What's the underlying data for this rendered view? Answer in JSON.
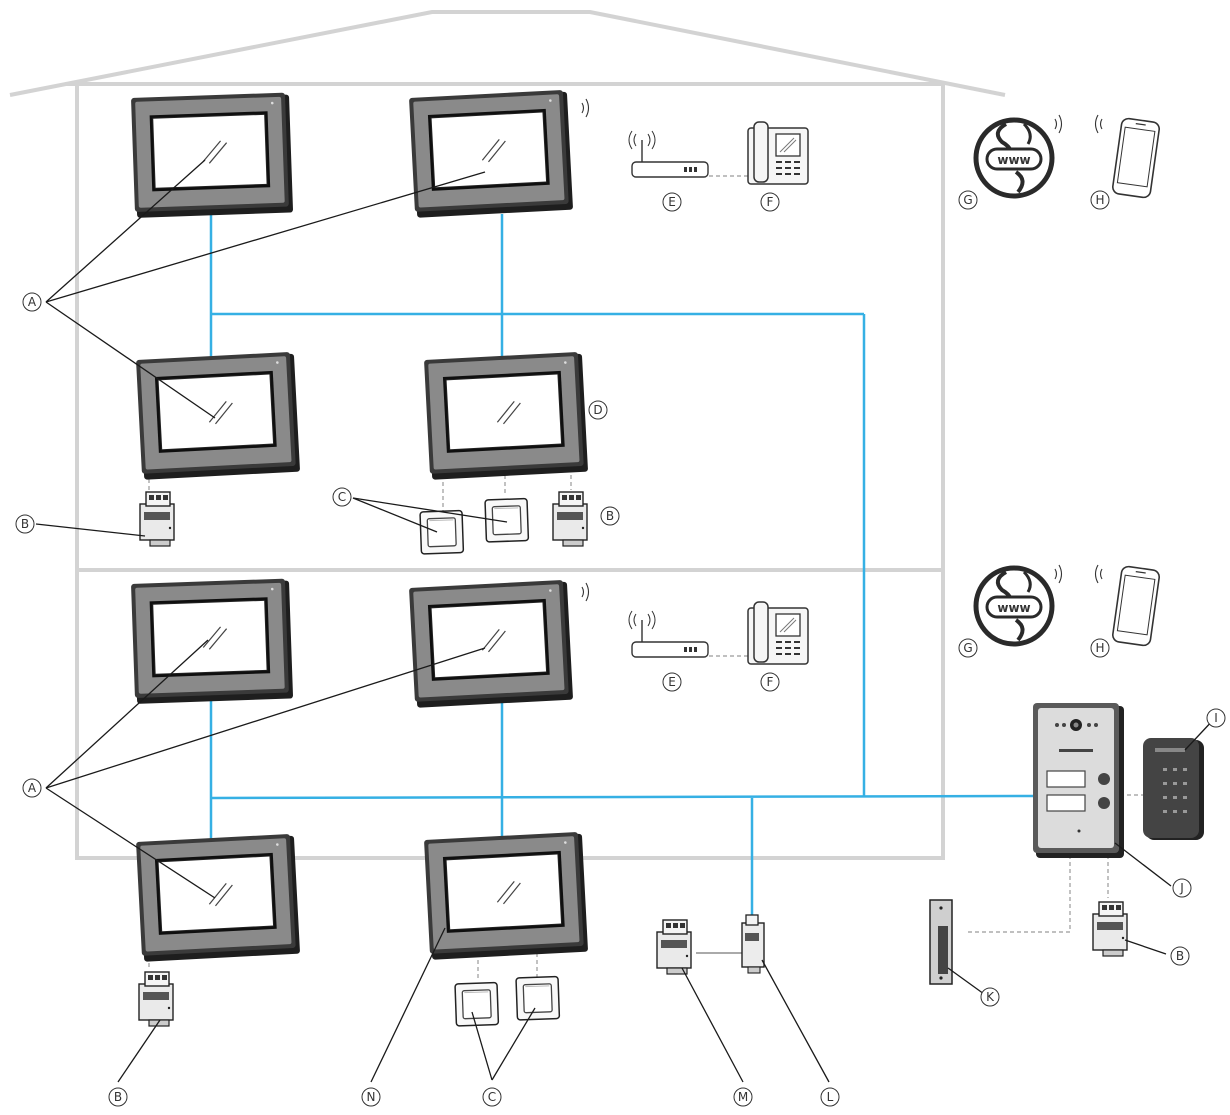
{
  "labels": {
    "A": "A",
    "B": "B",
    "C": "C",
    "D": "D",
    "E": "E",
    "F": "F",
    "G": "G",
    "H": "H",
    "I": "I",
    "J": "J",
    "K": "K",
    "L": "L",
    "M": "M",
    "N": "N"
  },
  "www_text": "www",
  "colors": {
    "house_outline": "#d3d3d3",
    "bus_line": "#35b0e4",
    "device_dark": "#2e2e2e",
    "monitor_bezel": "#6b6b6b",
    "leader_line": "#1a1a1a",
    "dashed_link": "#9a9a9a"
  }
}
